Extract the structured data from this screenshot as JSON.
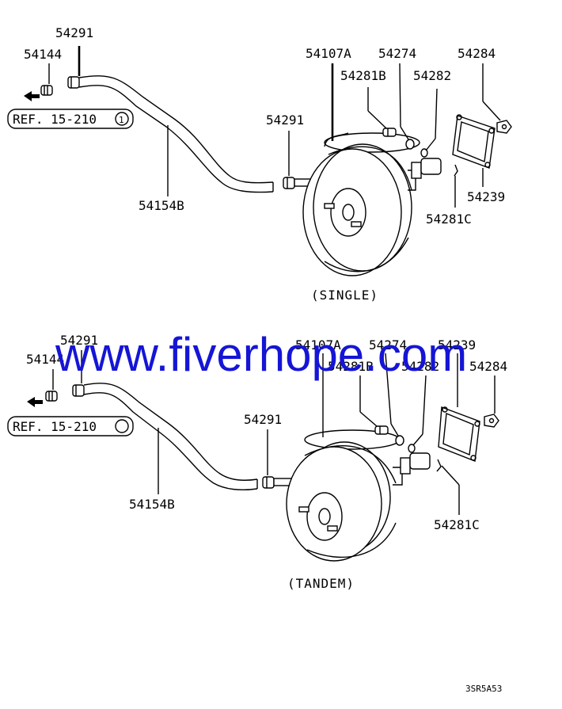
{
  "labels": {
    "top": {
      "p54291_a": "54291",
      "p54144": "54144",
      "p54107a": "54107A",
      "p54274": "54274",
      "p54284": "54284",
      "p54281b": "54281B",
      "p54282": "54282",
      "p54291_b": "54291",
      "p54154b": "54154B",
      "p54239": "54239",
      "p54281c": "54281C",
      "ref": "REF. 15-210",
      "ref_circle": "1",
      "caption": "(SINGLE)"
    },
    "bottom": {
      "p54291_a": "54291",
      "p54144": "54144",
      "p54107a": "54107A",
      "p54274": "54274",
      "p54239": "54239",
      "p54284": "54284",
      "p54281b": "54281B",
      "p54282": "54282",
      "p54291_b": "54291",
      "p54154b": "54154B",
      "p54281c": "54281C",
      "ref": "REF. 15-210",
      "ref_circle": "",
      "caption": "(TANDEM)"
    }
  },
  "watermark": "www.fiverhope.com",
  "diagram_code": "3SR5A53",
  "colors": {
    "watermark": "#1515d6",
    "line": "#000000"
  }
}
